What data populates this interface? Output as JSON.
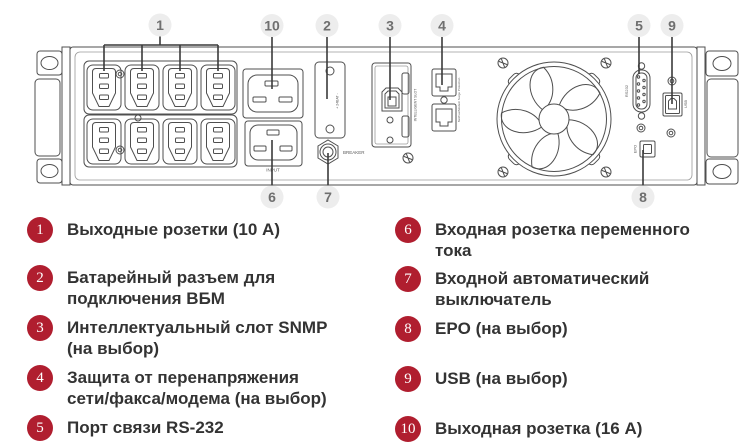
{
  "colors": {
    "legend_badge": "#b01e2f",
    "legend_text": "#333333",
    "callout_circle": "#ededed",
    "callout_number": "#6f6f6f",
    "diagram_line": "#4f4f4f"
  },
  "panel": {
    "labels": {
      "input": "INPUT",
      "breaker": "BREAKER",
      "intelligent_slot": "INTELLIGENT SLOT",
      "battery": "+ 24BAT -",
      "rs232": "RS232",
      "usb": "USB",
      "epo": "EPO",
      "surge_ports": "Net/Fax/Modem Surge Protection"
    },
    "callouts": {
      "n1": "1",
      "n2": "2",
      "n3": "3",
      "n4": "4",
      "n5": "5",
      "n6": "6",
      "n7": "7",
      "n8": "8",
      "n9": "9",
      "n10": "10"
    }
  },
  "legend": {
    "left": [
      {
        "number": "1",
        "line1": "Выходные розетки (10 А)"
      },
      {
        "number": "2",
        "line1": "Батарейный разъем для",
        "line2": "подключения ВБМ"
      },
      {
        "number": "3",
        "line1": "Интеллектуальный слот SNMP",
        "line2": "(на выбор)"
      },
      {
        "number": "4",
        "line1": "Защита от перенапряжения",
        "line2": "сети/факса/модема (на выбор)"
      },
      {
        "number": "5",
        "line1": "Порт связи RS-232"
      }
    ],
    "right": [
      {
        "number": "6",
        "line1": "Входная розетка переменного",
        "line2": "тока"
      },
      {
        "number": "7",
        "line1": "Входной автоматический",
        "line2": "выключатель"
      },
      {
        "number": "8",
        "line1": "EPO (на выбор)"
      },
      {
        "number": "9",
        "line1": "USB (на выбор)"
      },
      {
        "number": "10",
        "line1": "Выходная розетка (16 А)"
      }
    ]
  }
}
